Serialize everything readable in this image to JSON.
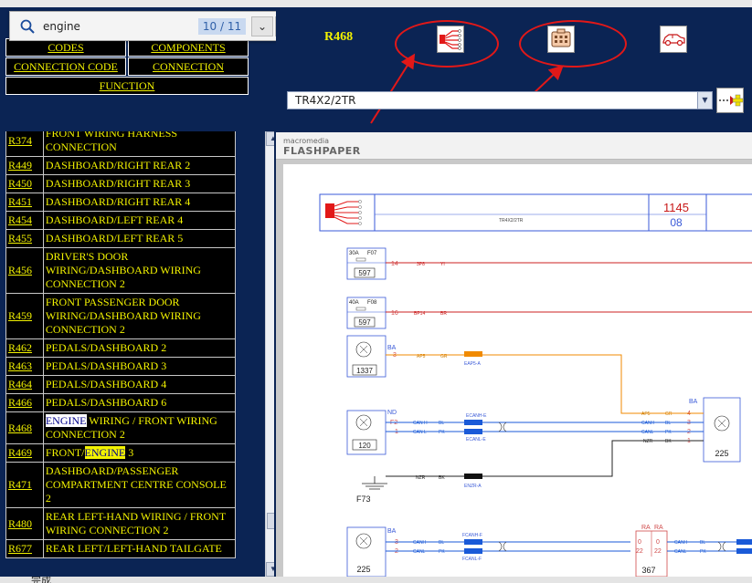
{
  "find": {
    "query": "engine",
    "count": "10 / 11",
    "prev_glyph": "⌄",
    "next_glyph": "⌃",
    "close_glyph": "×"
  },
  "nav": {
    "codes": "CODES",
    "components": "COMPONENTS",
    "connection_code": "CONNECTION CODE",
    "connection": "CONNECTION",
    "function": "FUNCTION"
  },
  "header": {
    "title": "R468",
    "selected_option": "TR4X2/2TR"
  },
  "list": [
    {
      "code": "R374",
      "desc": "FRONT WIRING HARNESS CONNECTION"
    },
    {
      "code": "R449",
      "desc": "DASHBOARD/RIGHT REAR 2"
    },
    {
      "code": "R450",
      "desc": "DASHBOARD/RIGHT REAR 3"
    },
    {
      "code": "R451",
      "desc": "DASHBOARD/RIGHT REAR 4"
    },
    {
      "code": "R454",
      "desc": "DASHBOARD/LEFT REAR 4"
    },
    {
      "code": "R455",
      "desc": "DASHBOARD/LEFT REAR 5"
    },
    {
      "code": "R456",
      "desc": "DRIVER'S DOOR WIRING/DASHBOARD WIRING CONNECTION 2"
    },
    {
      "code": "R459",
      "desc": "FRONT PASSENGER DOOR WIRING/DASHBOARD WIRING CONNECTION 2"
    },
    {
      "code": "R462",
      "desc": "PEDALS/DASHBOARD 2"
    },
    {
      "code": "R463",
      "desc": "PEDALS/DASHBOARD 3"
    },
    {
      "code": "R464",
      "desc": "PEDALS/DASHBOARD 4"
    },
    {
      "code": "R466",
      "desc": "PEDALS/DASHBOARD 6"
    },
    {
      "code": "R468",
      "desc": "ENGINE WIRING / FRONT WIRING CONNECTION 2"
    },
    {
      "code": "R469",
      "desc": "FRONT/ENGINE 3"
    },
    {
      "code": "R471",
      "desc": "DASHBOARD/PASSENGER COMPARTMENT CENTRE CONSOLE 2"
    },
    {
      "code": "R480",
      "desc": "REAR LEFT-HAND WIRING / FRONT WIRING CONNECTION 2"
    },
    {
      "code": "R677",
      "desc": "REAR LEFT/LEFT-HAND TAILGATE"
    }
  ],
  "highlights": {
    "match_row_12": "ENGINE",
    "match_row_13": "ENGINE"
  },
  "viewer": {
    "logo_small": "macromedia",
    "logo_big": "FLASHPAPER"
  },
  "diagram": {
    "page_title": "1145",
    "page_sub": "08",
    "ref_code": "TR4X2/2TR",
    "fuses": [
      {
        "label": "30A",
        "code": "F07",
        "pin": "14",
        "wire": "3P8",
        "color": "YI",
        "part": "597"
      },
      {
        "label": "40A",
        "code": "F08",
        "pin": "16",
        "wire": "BP14",
        "color": "BR",
        "part": "597"
      }
    ],
    "comp_1337": {
      "label": "BA",
      "pin": "3",
      "part": "1337",
      "wire": "AP5",
      "color": "GR",
      "splice": "EAP5-A"
    },
    "comp_120": {
      "label": "ND",
      "pins": [
        "F2",
        "1"
      ],
      "part": "120",
      "wires": [
        "CAN H",
        "CAN L"
      ],
      "colors": [
        "BL",
        "PK"
      ],
      "splices": [
        "ECANH-E",
        "ECANL-E"
      ]
    },
    "comp_225": {
      "label": "BA",
      "pins": [
        "4",
        "3",
        "2",
        "1"
      ],
      "part": "225",
      "wires": [
        "AP5",
        "CANH",
        "CANL",
        "NZR"
      ],
      "colors": [
        "GR",
        "BL",
        "PK",
        "BK"
      ]
    },
    "ground": {
      "part": "F73",
      "wire": "NZR",
      "color": "BK",
      "splice": "ENZR-A"
    },
    "bottom_left": {
      "label": "BA",
      "pins": [
        "3",
        "2"
      ],
      "part": "225",
      "wires": [
        "CANH",
        "CANL"
      ],
      "colors": [
        "BL",
        "PK"
      ],
      "splices": [
        "FCANH-F",
        "FCANL-F"
      ]
    },
    "bottom_mid": {
      "label": "RA",
      "label2": "RA",
      "pins_l": [
        "0",
        "22"
      ],
      "pins_r": [
        "0",
        "22"
      ],
      "part": "367"
    },
    "bottom_right": {
      "wires": [
        "CANH",
        "CANL"
      ],
      "colors": [
        "BL",
        "PK"
      ]
    }
  },
  "status": "完成",
  "colors": {
    "accent_yellow": "#f2f200",
    "background_blue": "#0b2454",
    "wire_red": "#cc2222",
    "wire_orange": "#f08a00",
    "wire_blue": "#1a5ad8",
    "annotation_red": "#e21818"
  }
}
